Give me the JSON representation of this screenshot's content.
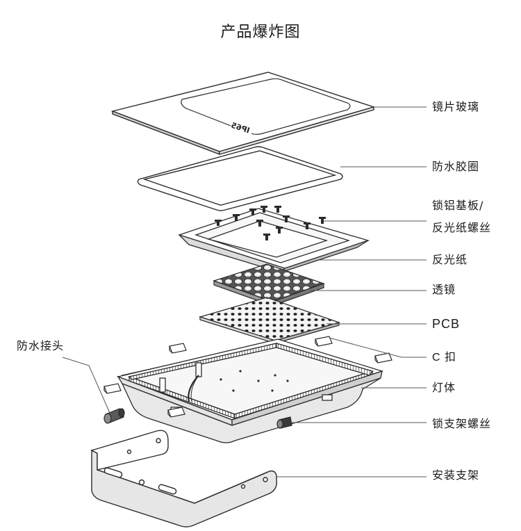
{
  "title": "产品爆炸图",
  "labels": {
    "glass": "镜片玻璃",
    "seal": "防水胶圈",
    "screw_line1": "锁铝基板/",
    "screw_line2": "反光纸螺丝",
    "reflector": "反光纸",
    "lens": "透镜",
    "pcb": "PCB",
    "clip": "C 扣",
    "body": "灯体",
    "bracket_screw": "锁支架螺丝",
    "bracket": "安装支架",
    "connector": "防水接头"
  },
  "glass_marking": "IP65",
  "colors": {
    "line": "#2b2b2b",
    "leader": "#555555",
    "part_fill": "#ffffff",
    "shade": "#d9d9d9",
    "dark": "#3a3a3a"
  }
}
